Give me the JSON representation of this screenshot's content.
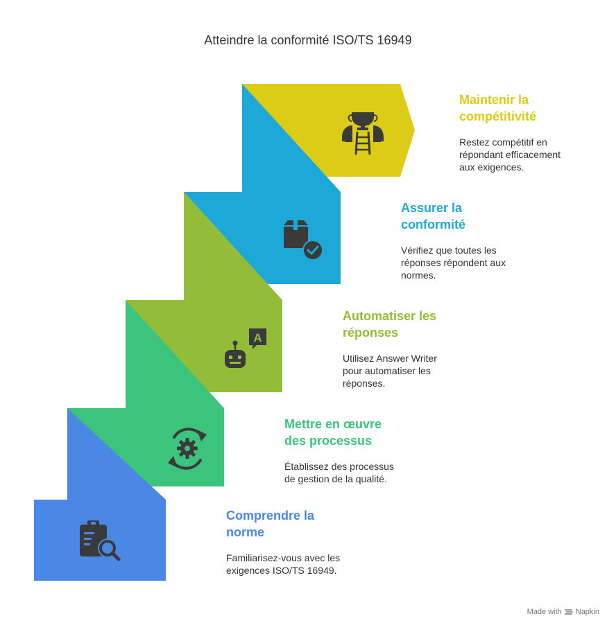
{
  "title": "Atteindre la conformité ISO/TS 16949",
  "steps": [
    {
      "heading": "Maintenir la compétitivité",
      "description": "Restez compétitif en répondant efficacement aux exigences.",
      "color": "#dccb17",
      "icon": "trophy-ladder-icon"
    },
    {
      "heading": "Assurer la conformité",
      "description": "Vérifiez que toutes les réponses répondent aux normes.",
      "color": "#1ea8d8",
      "icon": "box-check-icon"
    },
    {
      "heading": "Automatiser les réponses",
      "description": "Utilisez Answer Writer pour automatiser les réponses.",
      "color": "#93bd38",
      "icon": "robot-chat-icon"
    },
    {
      "heading": "Mettre en œuvre des processus",
      "description": "Établissez des processus de gestion de la qualité.",
      "color": "#3cc47c",
      "icon": "gear-cycle-icon"
    },
    {
      "heading": "Comprendre la norme",
      "description": "Familiarisez-vous avec les exigences ISO/TS 16949.",
      "color": "#4b87e5",
      "icon": "clipboard-search-icon"
    }
  ],
  "footer": {
    "made_with": "Made with",
    "brand": "Napkin"
  }
}
